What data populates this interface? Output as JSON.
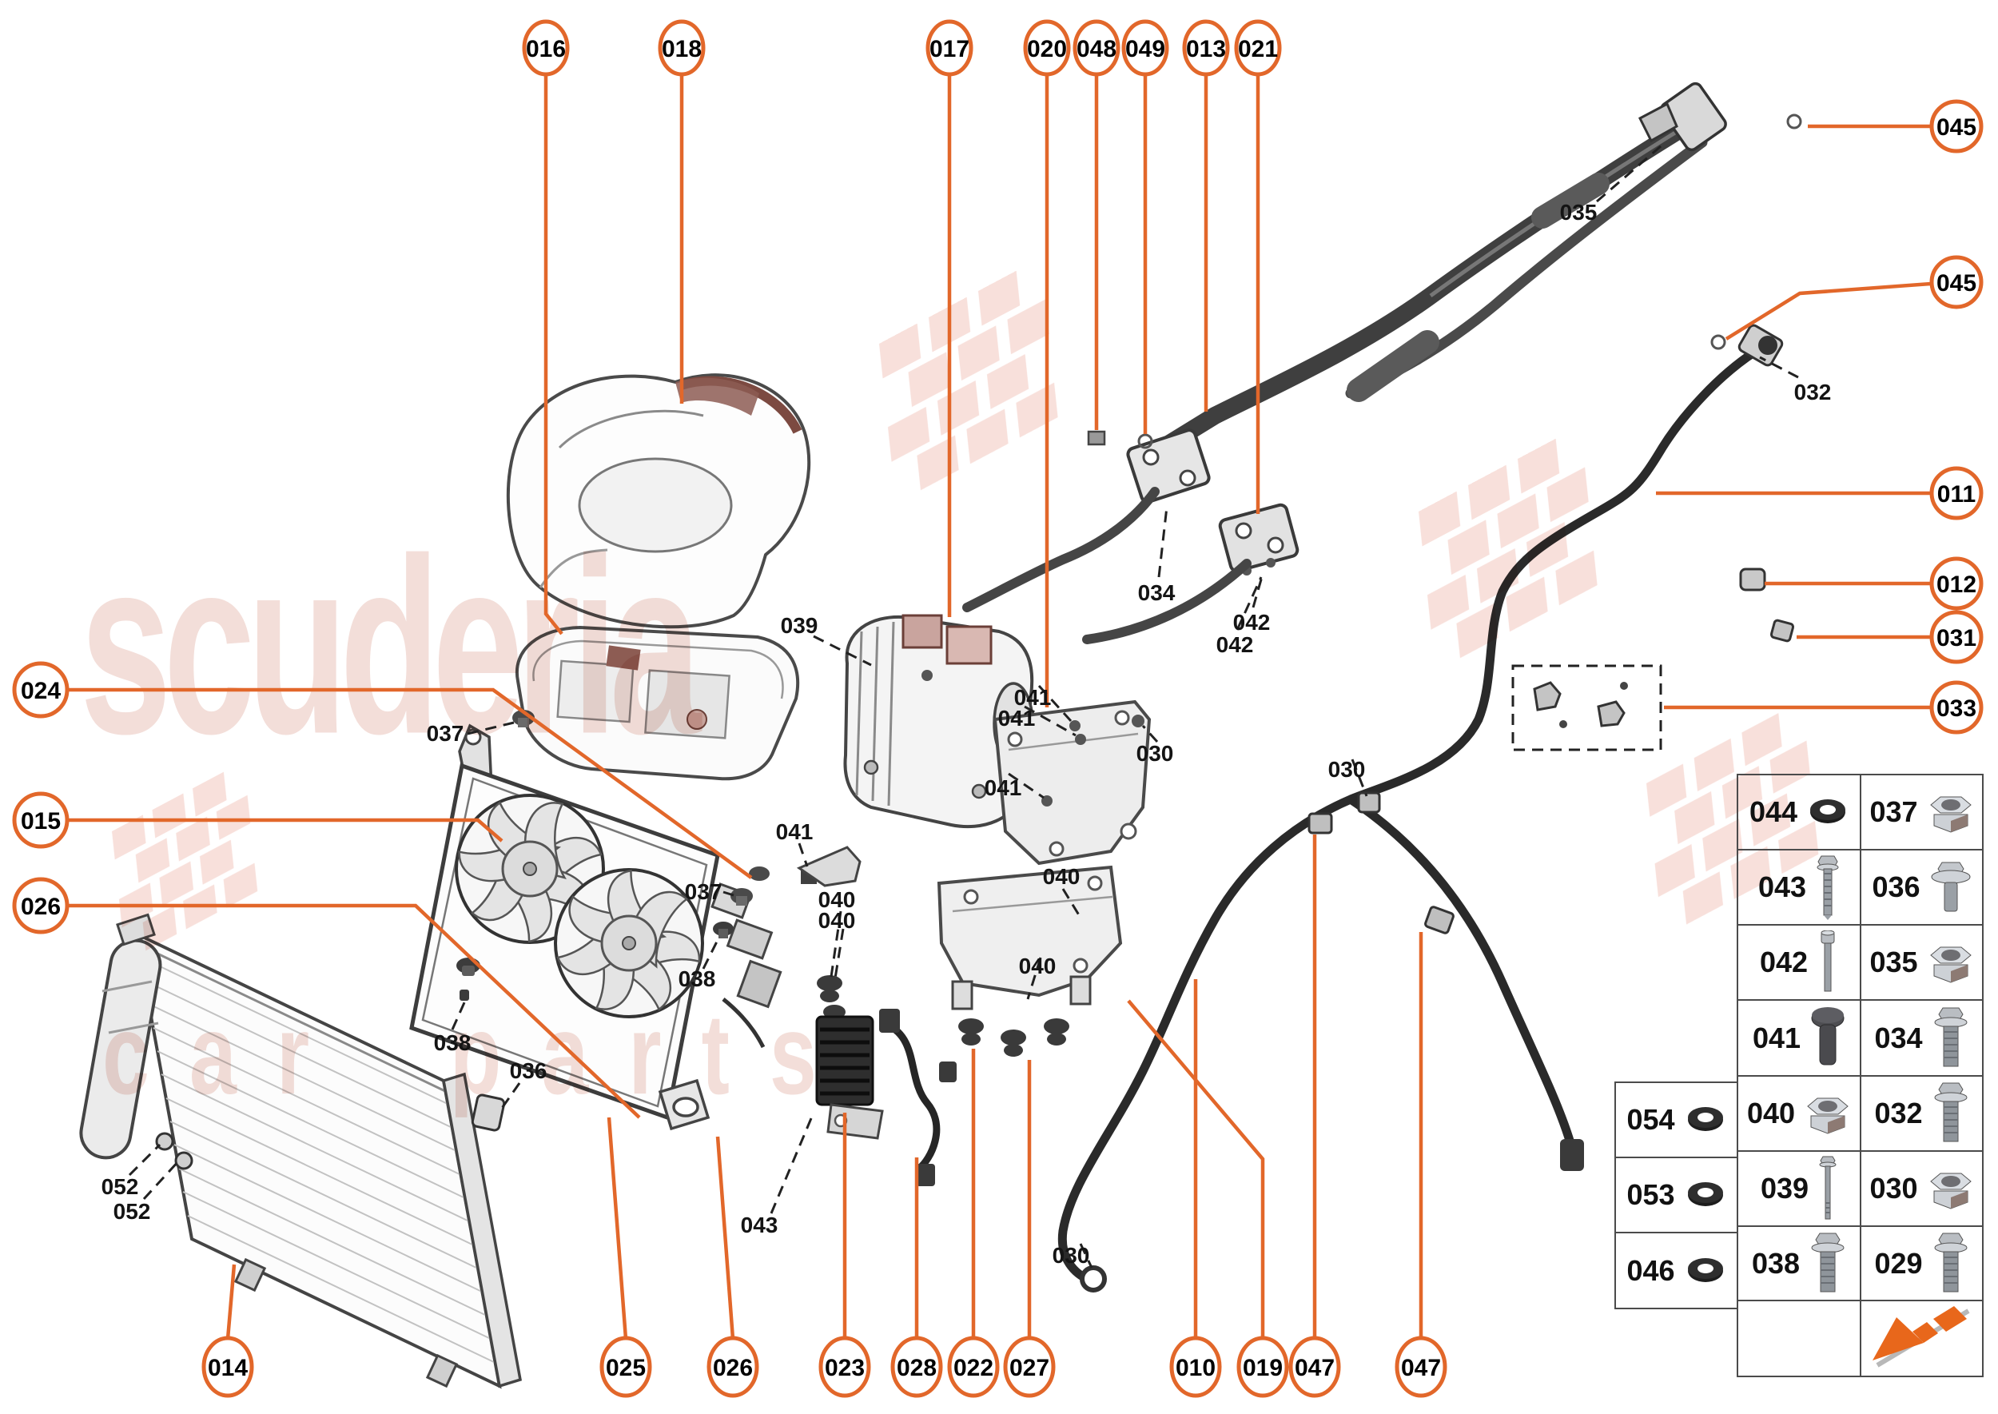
{
  "watermark": {
    "brand": "scuderia",
    "sub": "car parts"
  },
  "colors": {
    "accent": "#E2672A",
    "table_border": "#4B4B4B",
    "watermark_pink": "#F3DED9"
  },
  "callouts": {
    "top": [
      "016",
      "018",
      "017",
      "020",
      "048",
      "049",
      "013",
      "021"
    ],
    "right": [
      "045",
      "045",
      "011",
      "012",
      "031",
      "033"
    ],
    "left": [
      "024",
      "015",
      "026"
    ],
    "bottom": [
      "014",
      "025",
      "026",
      "023",
      "028",
      "022",
      "027",
      "010",
      "019",
      "047",
      "047"
    ]
  },
  "part_labels": [
    {
      "text": "035"
    },
    {
      "text": "032"
    },
    {
      "text": "034"
    },
    {
      "text": "042"
    },
    {
      "text": "042"
    },
    {
      "text": "039"
    },
    {
      "text": "041"
    },
    {
      "text": "041"
    },
    {
      "text": "041"
    },
    {
      "text": "041"
    },
    {
      "text": "040"
    },
    {
      "text": "040"
    },
    {
      "text": "040"
    },
    {
      "text": "040"
    },
    {
      "text": "030"
    },
    {
      "text": "030"
    },
    {
      "text": "030"
    },
    {
      "text": "037"
    },
    {
      "text": "037"
    },
    {
      "text": "038"
    },
    {
      "text": "038"
    },
    {
      "text": "036"
    },
    {
      "text": "043"
    },
    {
      "text": "052"
    },
    {
      "text": "052"
    }
  ],
  "table": {
    "cells": [
      "044",
      "037",
      "043",
      "036",
      "042",
      "035",
      "041",
      "034",
      "054",
      "040",
      "032",
      "053",
      "039",
      "030",
      "046",
      "038",
      "029"
    ]
  }
}
